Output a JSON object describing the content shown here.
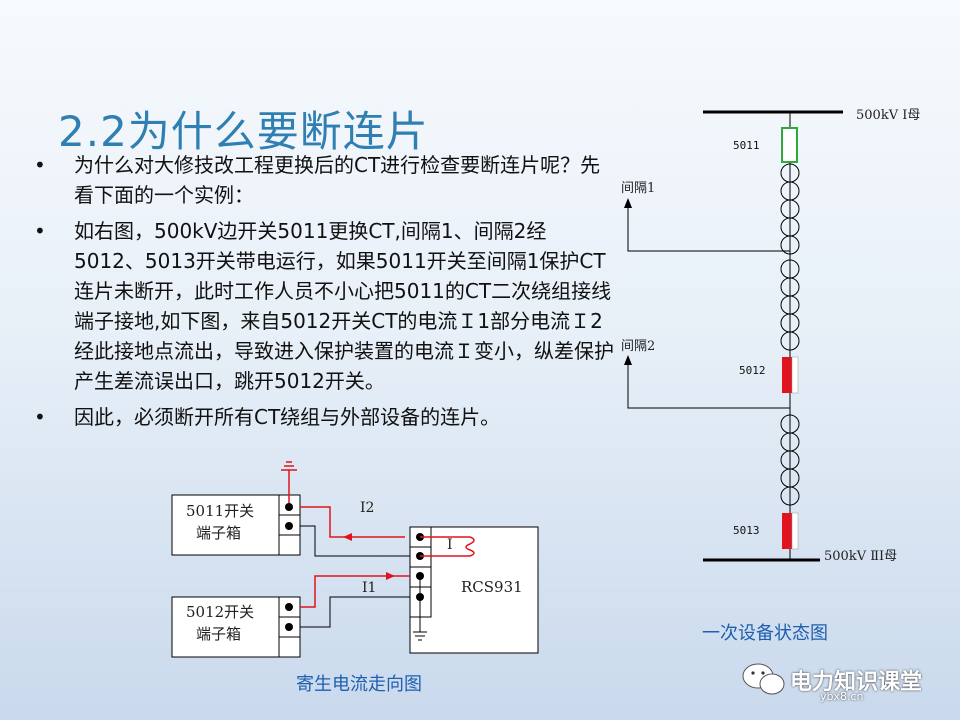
{
  "title": "2.2为什么要断连片",
  "bullets": [
    "为什么对大修技改工程更换后的CT进行检查要断连片呢？先看下面的一个实例：",
    "如右图，500kV边开关5011更换CT,间隔1、间隔2经5012、5013开关带电运行，如果5011开关至间隔1保护CT连片未断开，此时工作人员不小心把5011的CT二次绕组接线端子接地,如下图，来自5012开关CT的电流Ｉ1部分电流Ｉ2经此接地点流出，导致进入保护装置的电流Ｉ变小，纵差保护产生差流误出口，跳开5012开关。",
    "因此，必须断开所有CT绕组与外部设备的连片。"
  ],
  "bullet_mark": "•",
  "primary": {
    "bus1": "500kV Ⅰ母",
    "bus2": "500kV ⅡⅠ母",
    "bay1": "间隔1",
    "bay2": "间隔2",
    "b5011": "5011",
    "b5012": "5012",
    "b5013": "5013",
    "caption": "一次设备状态图"
  },
  "secondary": {
    "box1_line1": "5011开关",
    "box1_line2": "端子箱",
    "box2_line1": "5012开关",
    "box2_line2": "端子箱",
    "i2": "I2",
    "i1": "I1",
    "i": "I",
    "device": "RCS931",
    "caption": "寄生电流走向图"
  },
  "watermark": {
    "text": "电力知识课堂",
    "sub": "ybx8.cn"
  },
  "colors": {
    "title": "#2f7fb3",
    "red": "#e0141e",
    "green": "#2eaa3a",
    "caption": "#1f5fb0"
  }
}
